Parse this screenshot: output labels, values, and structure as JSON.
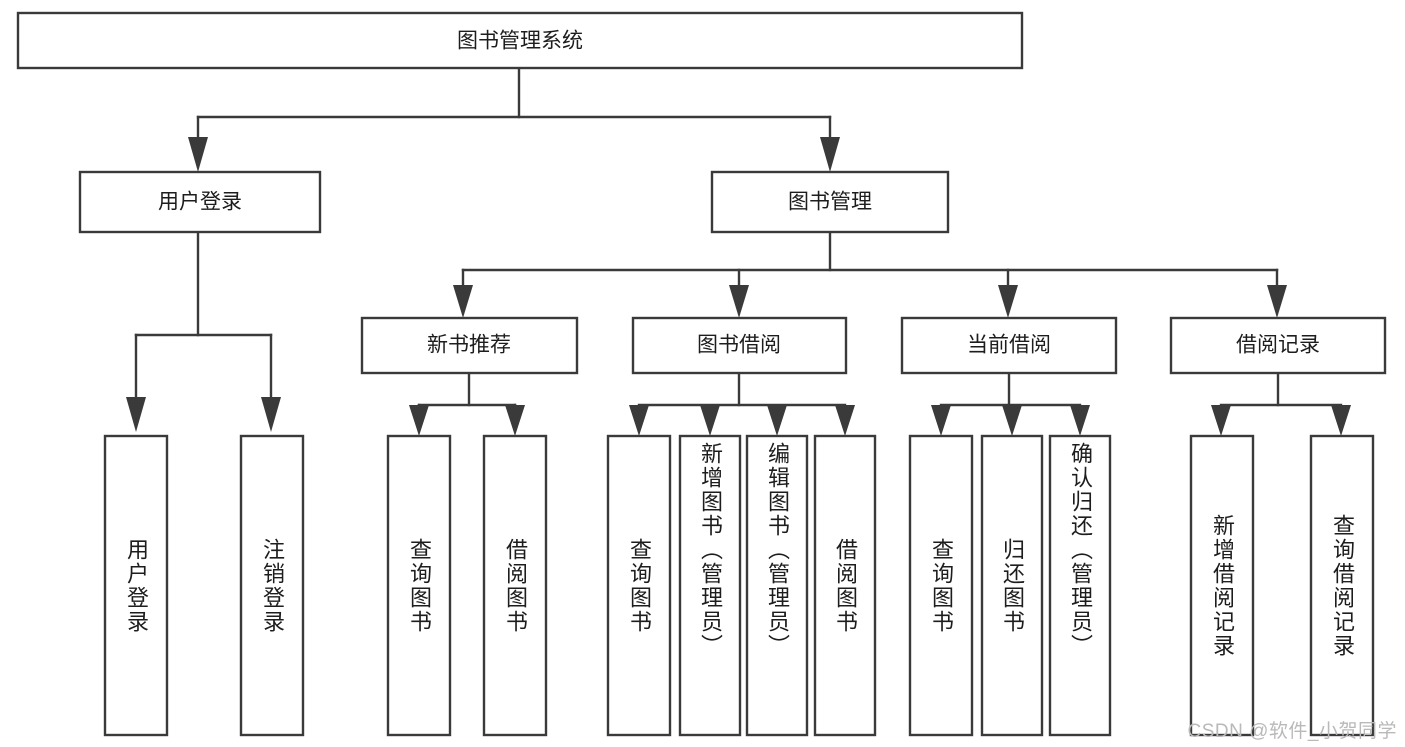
{
  "diagram": {
    "title": "图书管理系统",
    "type": "tree-hierarchy",
    "root": {
      "id": "root",
      "label": "图书管理系统"
    },
    "level2": [
      {
        "id": "user-login",
        "label": "用户登录"
      },
      {
        "id": "book-manage",
        "label": "图书管理"
      }
    ],
    "level3": [
      {
        "id": "new-book-rec",
        "label": "新书推荐",
        "parent": "book-manage"
      },
      {
        "id": "book-borrow",
        "label": "图书借阅",
        "parent": "book-manage"
      },
      {
        "id": "current-borrow",
        "label": "当前借阅",
        "parent": "book-manage"
      },
      {
        "id": "borrow-record",
        "label": "借阅记录",
        "parent": "book-manage"
      }
    ],
    "leaves": [
      {
        "id": "leaf-user-login",
        "label": "用户登录",
        "parent": "user-login"
      },
      {
        "id": "leaf-user-logout",
        "label": "注销登录",
        "parent": "user-login"
      },
      {
        "id": "leaf-query-book-1",
        "label": "查询图书",
        "parent": "new-book-rec"
      },
      {
        "id": "leaf-borrow-book-1",
        "label": "借阅图书",
        "parent": "new-book-rec"
      },
      {
        "id": "leaf-query-book-2",
        "label": "查询图书",
        "parent": "book-borrow"
      },
      {
        "id": "leaf-add-book",
        "label": "新增图书（管理员）",
        "parent": "book-borrow"
      },
      {
        "id": "leaf-edit-book",
        "label": "编辑图书（管理员）",
        "parent": "book-borrow"
      },
      {
        "id": "leaf-borrow-book-2",
        "label": "借阅图书",
        "parent": "book-borrow"
      },
      {
        "id": "leaf-query-book-3",
        "label": "查询图书",
        "parent": "current-borrow"
      },
      {
        "id": "leaf-return-book",
        "label": "归还图书",
        "parent": "current-borrow"
      },
      {
        "id": "leaf-confirm-return",
        "label": "确认归还（管理员）",
        "parent": "current-borrow"
      },
      {
        "id": "leaf-add-record",
        "label": "新增借阅记录",
        "parent": "borrow-record"
      },
      {
        "id": "leaf-query-record",
        "label": "查询借阅记录",
        "parent": "borrow-record"
      }
    ],
    "colors": {
      "box_stroke": "#3a3a3a",
      "box_fill": "#ffffff",
      "connector": "#3a3a3a",
      "text": "#1d1d1d",
      "watermark": "#b9b9b9",
      "background": "#ffffff"
    }
  },
  "watermark": {
    "text": "CSDN @软件_小贺同学"
  }
}
